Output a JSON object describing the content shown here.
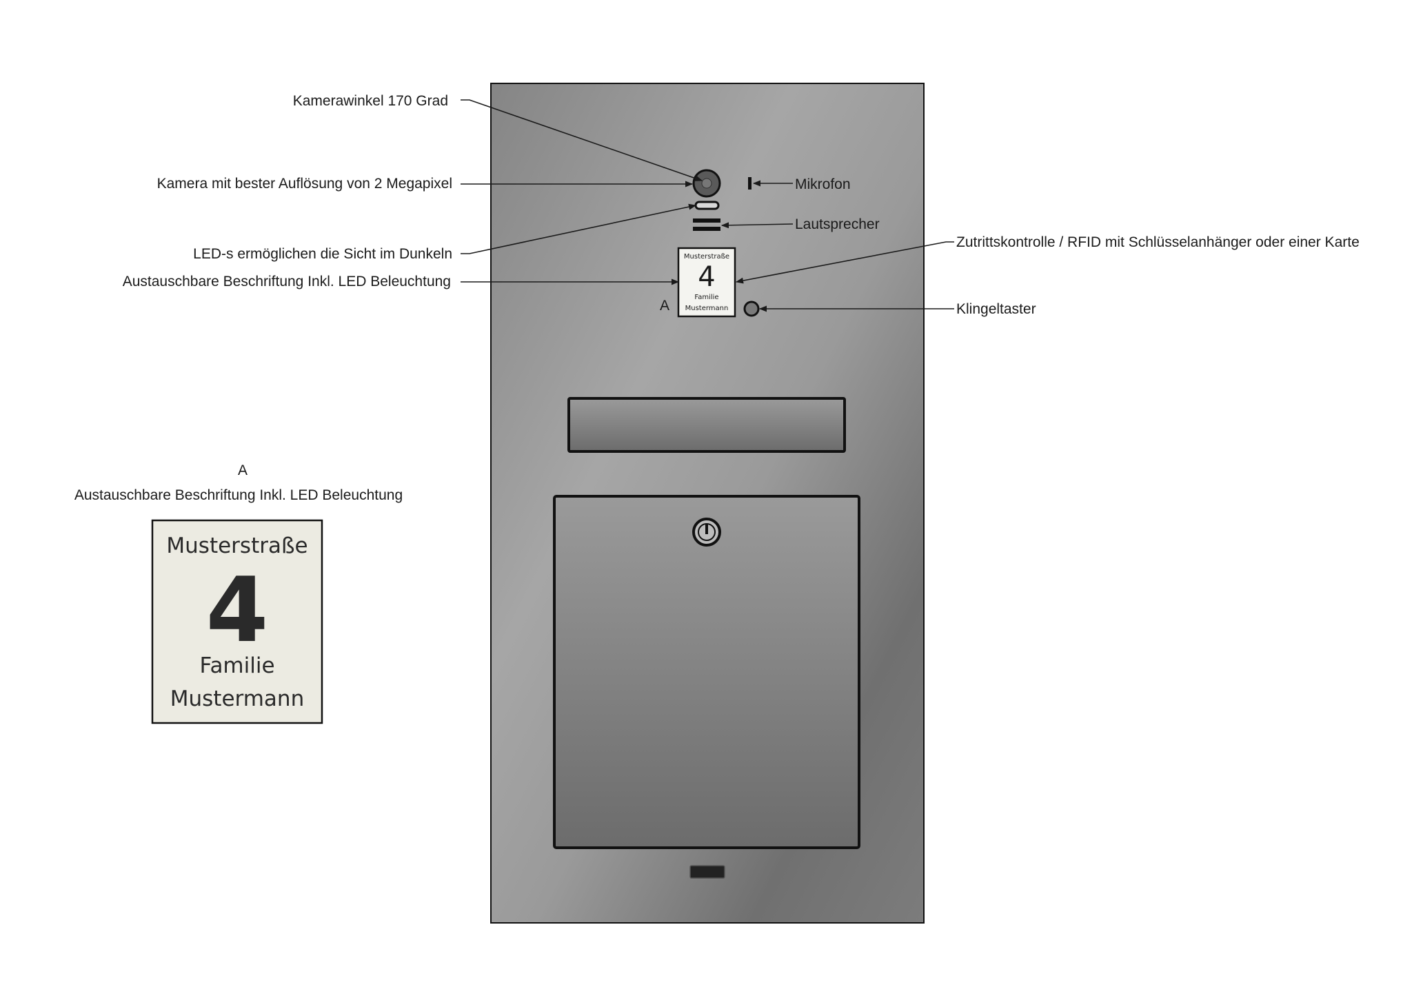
{
  "labels": {
    "camera_angle": "Kamerawinkel 170 Grad",
    "camera": "Kamera mit bester Auflösung von 2 Megapixel",
    "leds": "LED-s ermöglichen die Sicht im Dunkeln",
    "nameplate": "Austauschbare Beschriftung Inkl. LED Beleuchtung",
    "microphone": "Mikrofon",
    "speaker": "Lautsprecher",
    "rfid": "Zutrittskontrolle / RFID mit Schlüsselanhänger oder einer Karte",
    "bell": "Klingeltaster",
    "marker": "A"
  },
  "detail": {
    "marker": "A",
    "caption": "Austauschbare Beschriftung Inkl. LED Beleuchtung"
  },
  "nameplate": {
    "street": "Musterstraße",
    "number": "4",
    "line1": "Familie",
    "line2": "Mustermann"
  },
  "colors": {
    "panel_light": "#a9a9a9",
    "panel_dark": "#6a6a6a",
    "plate_bg": "#ecebe2",
    "outline": "#111111"
  }
}
